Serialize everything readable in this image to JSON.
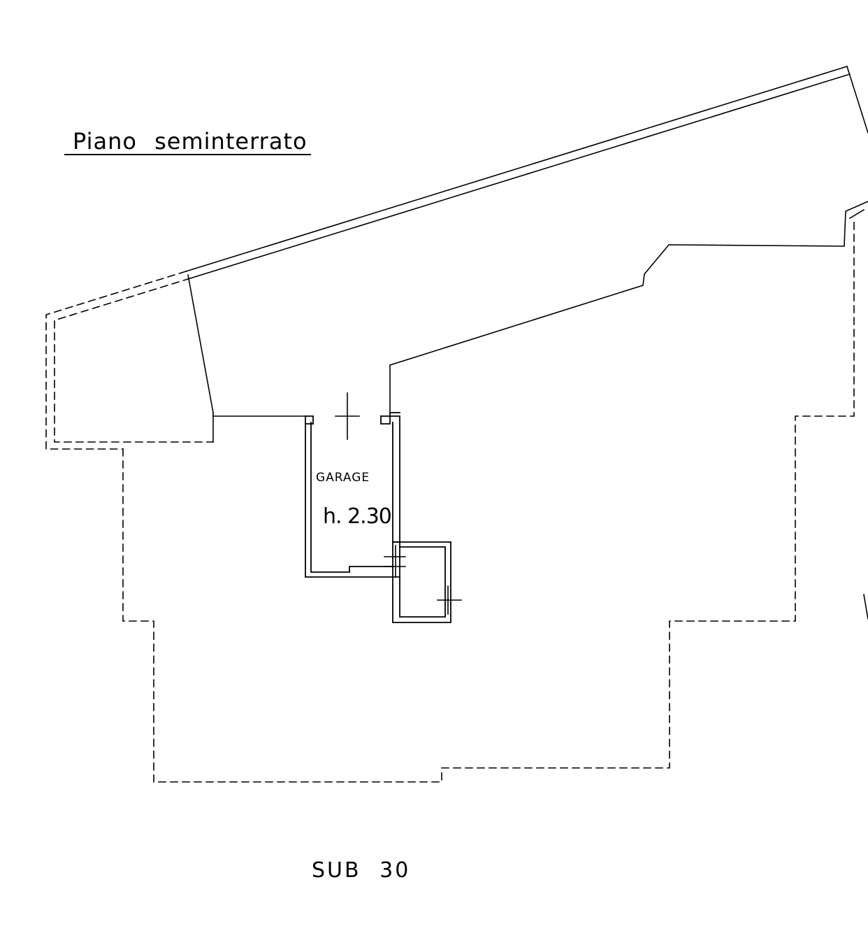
{
  "drawing": {
    "title": "Piano seminterrato",
    "room": {
      "name": "GARAGE",
      "height_label": "h. 2.30"
    },
    "sub_label": "SUB 30"
  },
  "colors": {
    "line": "#000000",
    "background": "#ffffff"
  }
}
